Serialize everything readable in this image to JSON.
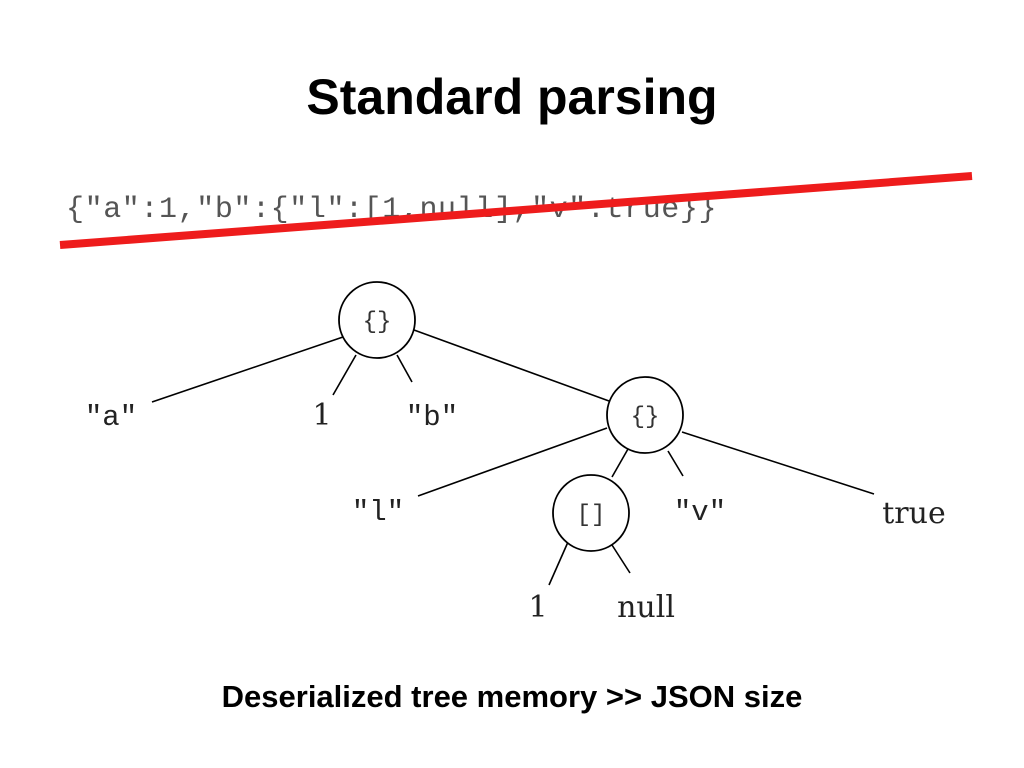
{
  "slide": {
    "title": "Standard parsing",
    "json_text": "{\"a\":1,\"b\":{\"l\":[1,null],\"v\":true}}",
    "caption": "Deserialized tree memory >> JSON size",
    "strike_color": "#ee1c1c"
  },
  "tree": {
    "root": {
      "label": "{}"
    },
    "nested_object": {
      "label": "{}"
    },
    "array": {
      "label": "[]"
    },
    "leaves": {
      "key_a": "\"a\"",
      "value_1": "1",
      "key_b": "\"b\"",
      "key_l": "\"l\"",
      "key_v": "\"v\"",
      "value_true": "true",
      "array_value_1": "1",
      "array_value_null": "null"
    }
  }
}
